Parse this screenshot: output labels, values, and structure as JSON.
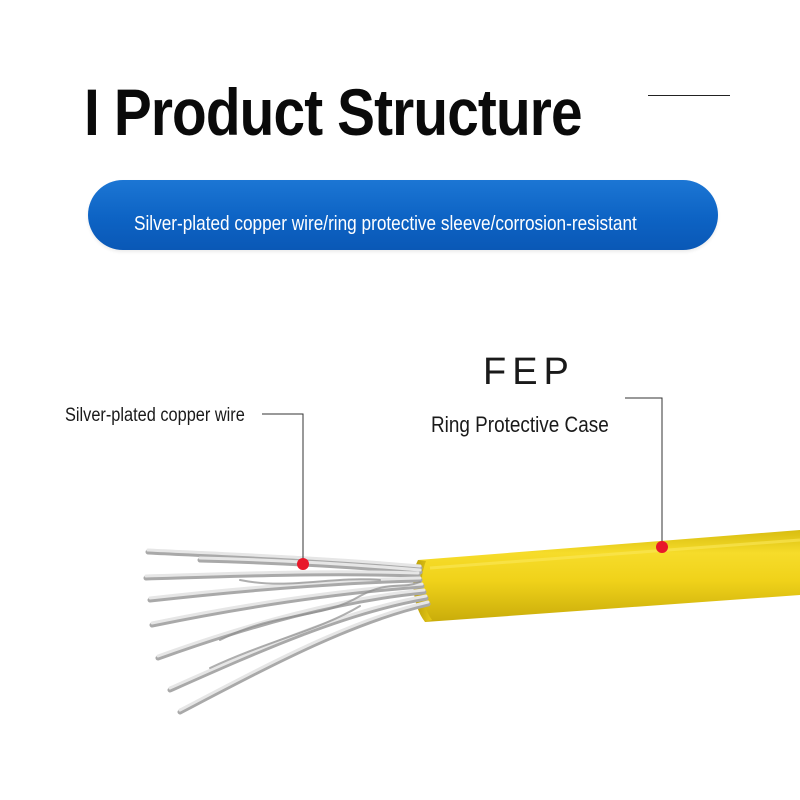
{
  "header": {
    "title": "I Product Structure"
  },
  "banner": {
    "text": "Silver-plated copper wire/ring protective sleeve/corrosion-resistant"
  },
  "labels": {
    "wire": "Silver-plated copper wire",
    "material": "FEP",
    "case": "Ring Protective Case"
  },
  "colors": {
    "banner": "#0d63c4",
    "jacket": "#f0d41c",
    "marker": "#e8182a",
    "strand": "#d8d8d8"
  }
}
